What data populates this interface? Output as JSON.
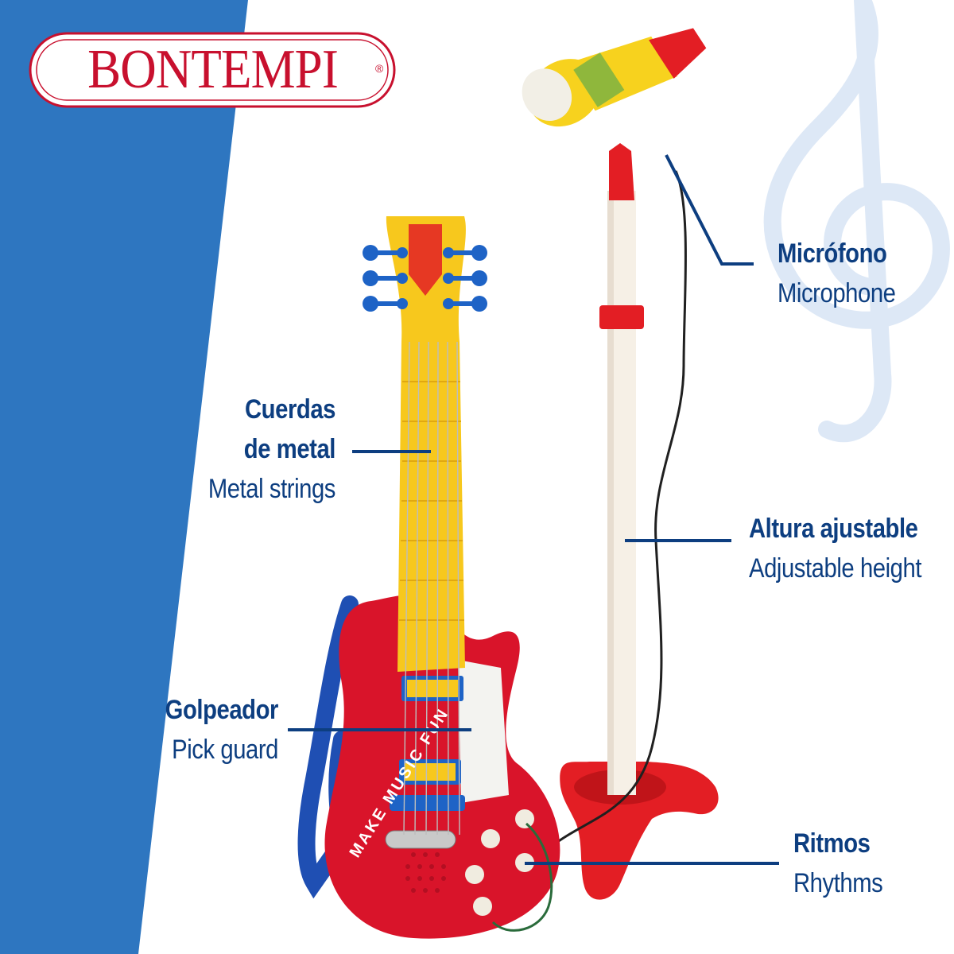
{
  "brand": {
    "name": "BONTEMPI",
    "registered_mark": "®",
    "color": "#c8102e"
  },
  "colors": {
    "side_panel": "#2e76c0",
    "label_text": "#0d3e80",
    "guitar_body": "#d9142a",
    "guitar_neck": "#f7c81d",
    "tuning_pegs": "#1e63c6"
  },
  "callouts": {
    "microphone": {
      "es": "Micrófono",
      "en": "Microphone"
    },
    "height": {
      "es": "Altura ajustable",
      "en": "Adjustable height"
    },
    "strings": {
      "es_line1": "Cuerdas",
      "es_line2": "de metal",
      "en": "Metal strings"
    },
    "pickguard": {
      "es": "Golpeador",
      "en": "Pick guard"
    },
    "rhythms": {
      "es": "Ritmos",
      "en": "Rhythms"
    }
  },
  "guitar_text": "MAKE MUSIC FUN"
}
